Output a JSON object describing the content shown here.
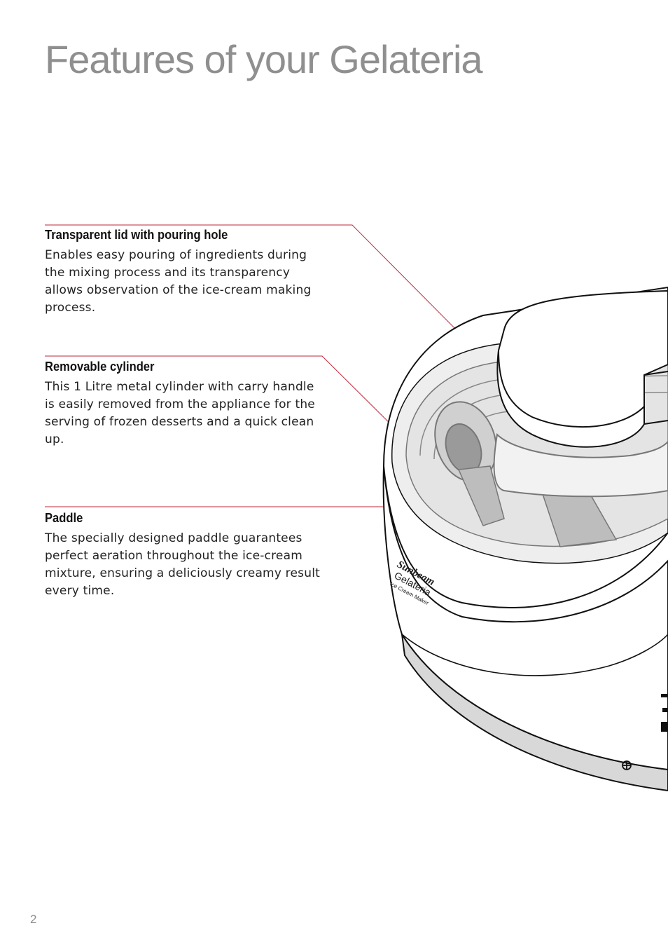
{
  "page": {
    "title": "Features of your Gelateria",
    "number": "2"
  },
  "features": [
    {
      "heading": "Transparent lid with pouring hole",
      "body": "Enables easy pouring of ingredients during the mixing process and its transparency allows observation of the ice-cream making process."
    },
    {
      "heading": "Removable cylinder",
      "body": "This 1 Litre metal cylinder with carry handle is easily removed from the appliance for the serving of frozen desserts and a quick clean up."
    },
    {
      "heading": "Paddle",
      "body": "The specially designed paddle guarantees perfect aeration throughout the ice-cream mixture, ensuring a deliciously creamy result every time."
    }
  ],
  "product_branding": {
    "brand": "Sunbeam",
    "model": "Gelateria",
    "tagline": "Ice Cream Maker"
  },
  "colors": {
    "callout": "#c0263a",
    "title": "#8f8f8f",
    "outline": "#111111"
  }
}
